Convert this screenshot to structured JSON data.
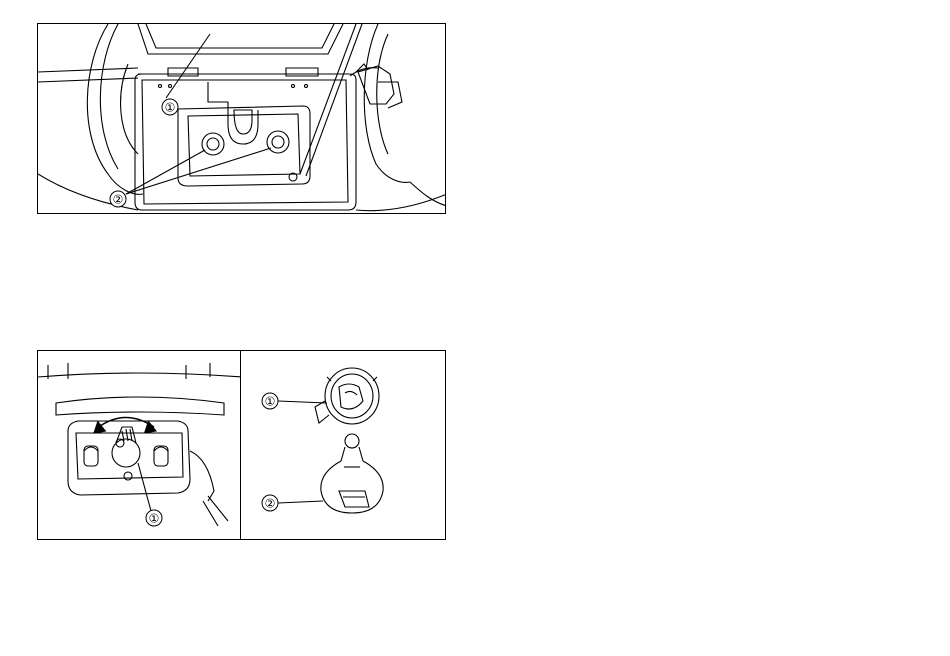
{
  "figures": [
    {
      "id": "fig1",
      "callouts": [
        {
          "label": "①"
        },
        {
          "label": "②"
        }
      ]
    },
    {
      "id": "fig2",
      "callouts": [
        {
          "label": "①"
        }
      ]
    },
    {
      "id": "fig3",
      "callouts": [
        {
          "label": "①"
        },
        {
          "label": "②"
        }
      ]
    }
  ]
}
